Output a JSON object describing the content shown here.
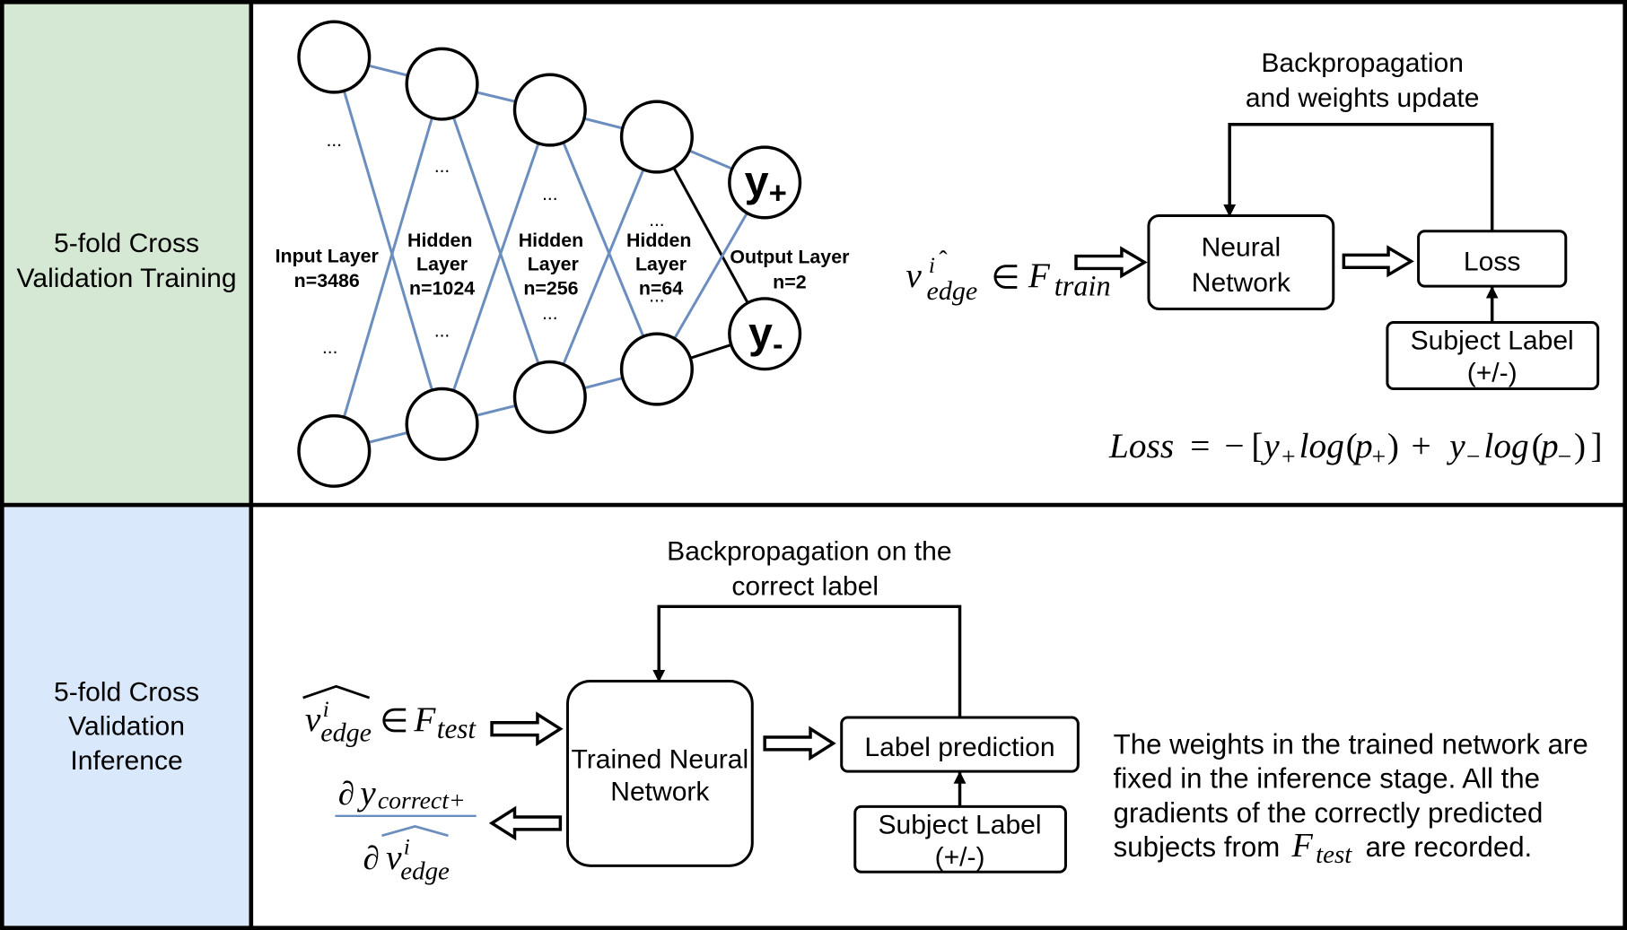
{
  "row_labels": {
    "training": [
      "5-fold Cross",
      "Validation Training"
    ],
    "inference": [
      "5-fold Cross",
      "Validation",
      "Inference"
    ]
  },
  "network": {
    "input": {
      "title_lines": [
        "Input Layer"
      ],
      "size": "n=3486",
      "ellipsis": [
        "...",
        "..."
      ]
    },
    "hidden_1": {
      "title_lines": [
        "Hidden",
        "Layer"
      ],
      "size": "n=1024",
      "ellipsis": [
        "...",
        "..."
      ]
    },
    "hidden_2": {
      "title_lines": [
        "Hidden",
        "Layer"
      ],
      "size": "n=256",
      "ellipsis": [
        "...",
        "..."
      ]
    },
    "hidden_3": {
      "title_lines": [
        "Hidden",
        "Layer"
      ],
      "size": "n=64",
      "ellipsis": [
        "...",
        "..."
      ]
    },
    "output": {
      "title_lines": [
        "Output Layer"
      ],
      "size": "n=2",
      "positive_node": {
        "base": "y",
        "sub": "+"
      },
      "negative_node": {
        "base": "y",
        "sub": "-"
      }
    }
  },
  "training": {
    "feedback_lines": [
      "Backpropagation",
      "and weights update"
    ],
    "input_formula": {
      "var": "v",
      "sup": "i",
      "hat": "ˆ",
      "sub": "edge",
      "op": "∈",
      "set": "F",
      "set_sub": "train"
    },
    "model_lines": [
      "Neural",
      "Network"
    ],
    "loss_box": "Loss",
    "subject_label_lines": [
      "Subject Label",
      "(+/-)"
    ],
    "loss_formula": {
      "lhs": "Loss",
      "eq": "=",
      "neg": "−",
      "open": "[",
      "term1": {
        "var": "y",
        "sub": "+",
        "fn": "log",
        "lp": "(",
        "arg": "p",
        "arg_sub": "+",
        "rp": ")"
      },
      "plus": "+",
      "term2": {
        "var": "y",
        "sub": "−",
        "fn": "log",
        "lp": "(",
        "arg": "p",
        "arg_sub": "−",
        "rp": ")"
      },
      "close": "]"
    }
  },
  "inference": {
    "feedback_lines": [
      "Backpropagation on the",
      "correct label"
    ],
    "input_formula": {
      "var": "v",
      "sup": "i",
      "sub": "edge",
      "op": "∈",
      "set": "F",
      "set_sub": "test"
    },
    "gradient": {
      "num_partial": "∂",
      "num_var": "y",
      "num_sub": "correct+",
      "den_partial": "∂",
      "den_var": "v",
      "den_sup": "i",
      "den_sub": "edge"
    },
    "model_lines": [
      "Trained Neural",
      "Network"
    ],
    "prediction_box": "Label prediction",
    "subject_label_lines": [
      "Subject Label",
      "(+/-)"
    ],
    "note": {
      "lines": [
        "The weights in the trained network are",
        "fixed in the inference stage. All the",
        "gradients of the correctly predicted"
      ],
      "last_prefix": "subjects from",
      "last_set": "F",
      "last_set_sub": "test",
      "last_suffix": "are recorded."
    }
  },
  "colors": {
    "training_panel": "#d5e8d4",
    "inference_panel": "#dae8fc",
    "accent_blue": "#6c8ebf",
    "positive_fill": "#dae8fc",
    "positive_stroke": "#6c8ebf",
    "negative_fill": "#f8cecc",
    "negative_stroke": "#b85450",
    "ink": "#000000"
  }
}
